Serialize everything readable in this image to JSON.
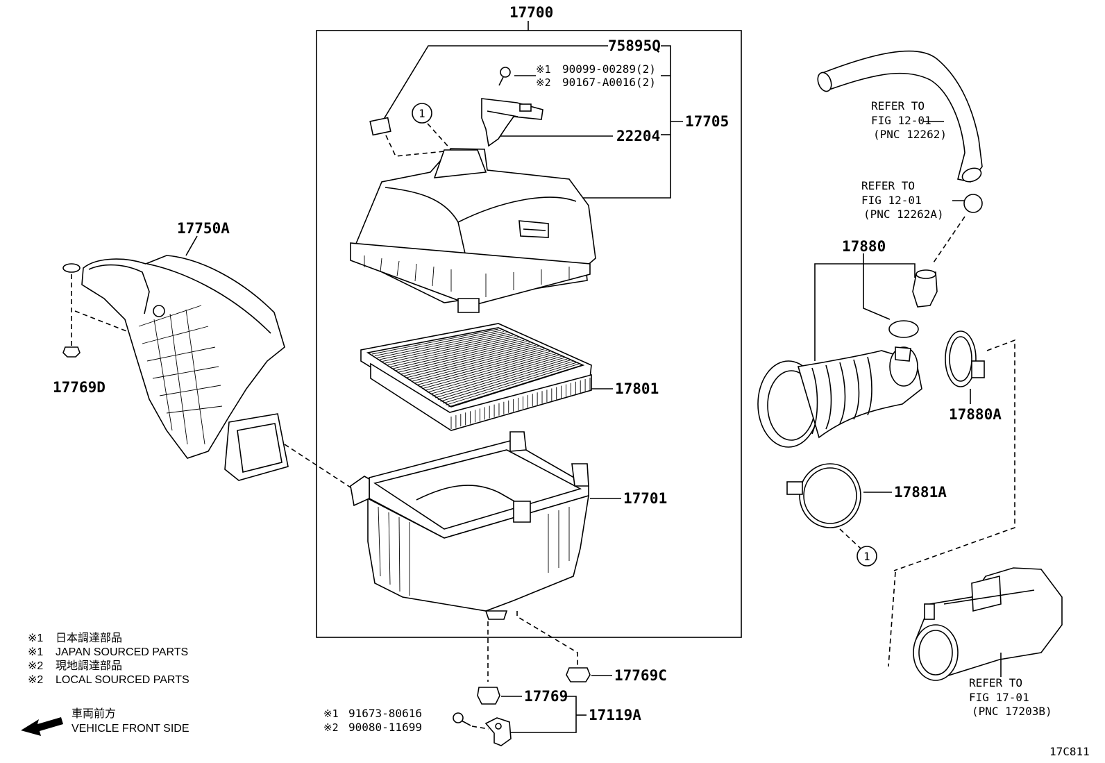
{
  "parts": {
    "p17700": "17700",
    "p75895Q": "75895Q",
    "screw1_mark": "※1",
    "screw1": "90099-00289(2)",
    "screw2_mark": "※2",
    "screw2": "90167-A0016(2)",
    "p17705": "17705",
    "p22204": "22204",
    "p17801": "17801",
    "p17701": "17701",
    "p17750A": "17750A",
    "p17769D": "17769D",
    "p17769C": "17769C",
    "p17769": "17769",
    "p17119A": "17119A",
    "bolt1_mark": "※1",
    "bolt1": "91673-80616",
    "bolt2_mark": "※2",
    "bolt2": "90080-11699",
    "p17880": "17880",
    "p17880A": "17880A",
    "p17881A": "17881A",
    "circle_ref": "1",
    "diagram_id": "17C811"
  },
  "refs": [
    {
      "line1": "REFER TO",
      "line2": "FIG 12-01",
      "line3": "(PNC 12262)"
    },
    {
      "line1": "REFER TO",
      "line2": "FIG 12-01",
      "line3": "(PNC 12262A)"
    },
    {
      "line1": "REFER TO",
      "line2": "FIG 17-01",
      "line3": "(PNC 17203B)"
    }
  ],
  "legend": [
    {
      "mark": "※1",
      "text": "日本調達部品"
    },
    {
      "mark": "※1",
      "text": "JAPAN SOURCED PARTS"
    },
    {
      "mark": "※2",
      "text": "現地調達部品"
    },
    {
      "mark": "※2",
      "text": "LOCAL SOURCED PARTS"
    }
  ],
  "direction": {
    "jp": "車両前方",
    "en": "VEHICLE FRONT SIDE"
  }
}
